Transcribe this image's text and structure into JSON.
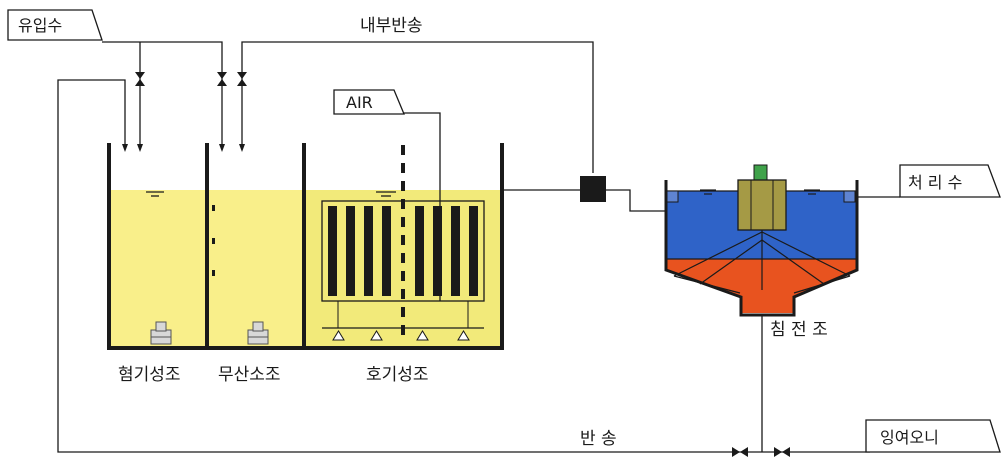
{
  "streams": {
    "influent": "유입수",
    "internal_recycle": "내부반송",
    "air": "AIR",
    "treated_water": "처 리 수",
    "return_sludge": "반  송",
    "excess_sludge": "잉여오니"
  },
  "tanks": {
    "anaerobic": "혐기성조",
    "anoxic": "무산소조",
    "aerobic": "호기성조",
    "clarifier": "침 전 조"
  },
  "colors": {
    "anaerobic_liquid": "#f9ef8a",
    "aerobic_liquid": "#f2ea7a",
    "clarifier_water": "#2f63c8",
    "clarifier_sludge": "#e8531f",
    "diffuser_frame": "#1a1a1a",
    "mechanism": "#a59a45"
  }
}
